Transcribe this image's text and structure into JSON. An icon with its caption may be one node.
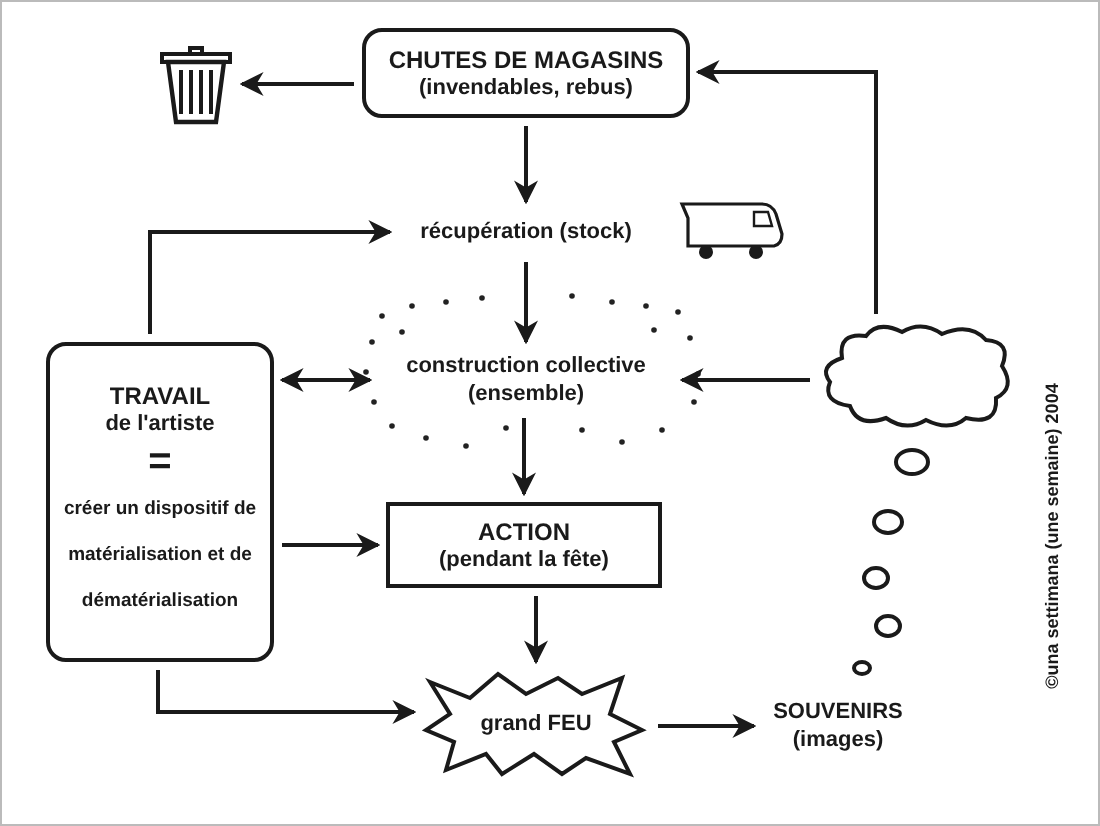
{
  "diagram": {
    "nodes": [
      {
        "text": [],
        "shape": "picture"
      },
      {
        "text": [
          "CHUTES DE MAGASINS",
          "(invendables, rebus)"
        ]
      },
      {
        "text": [
          "récupération (stock)"
        ]
      },
      {
        "text": [
          "construction collective (ensemble)"
        ]
      },
      {
        "text": [
          "TRAVAIL",
          "de l'artiste",
          "=",
          "créer un dispositif de matérialisation et de dématérialisation"
        ]
      },
      {
        "text": [
          "ACTION",
          "(pendant la fête)"
        ]
      },
      {
        "text": [
          "grand FEU"
        ]
      },
      {
        "text": [
          "SOUVENIRS",
          "(images)"
        ]
      },
      {
        "text": [],
        "shape": "cloud"
      }
    ],
    "edges": [
      {
        "from": 1,
        "to": 0,
        "arrow": "to"
      },
      {
        "from": 1,
        "to": 2,
        "arrow": "to"
      },
      {
        "from": 2,
        "to": 3,
        "arrow": "to"
      },
      {
        "from": 4,
        "to": 2,
        "arrow": "to"
      },
      {
        "from": 4,
        "to": 3,
        "arrow": "both"
      },
      {
        "from": 3,
        "to": 5,
        "arrow": "to"
      },
      {
        "from": 4,
        "to": 5,
        "arrow": "to"
      },
      {
        "from": 5,
        "to": 6,
        "arrow": "to"
      },
      {
        "from": 4,
        "to": 6,
        "arrow": "to"
      },
      {
        "from": 6,
        "to": 7,
        "arrow": "to"
      },
      {
        "from": 8,
        "to": 1,
        "arrow": "to"
      },
      {
        "from": 8,
        "to": 3,
        "arrow": "to"
      }
    ],
    "labels": [
      "©una settimana (une semaine) 2004"
    ]
  }
}
